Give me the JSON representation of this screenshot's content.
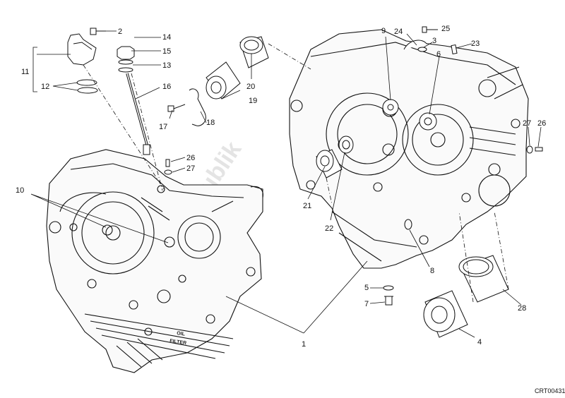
{
  "diagram": {
    "reference_code": "CRT00431",
    "watermark": "PartsRepublik",
    "crankcase_emboss": {
      "line1": "OIL",
      "line2": "FILTER"
    },
    "part_labels": [
      "1",
      "2",
      "3",
      "4",
      "5",
      "6",
      "7",
      "8",
      "9",
      "10",
      "11",
      "12",
      "13",
      "14",
      "15",
      "16",
      "17",
      "18",
      "19",
      "20",
      "21",
      "22",
      "23",
      "24",
      "25",
      "26",
      "26",
      "27",
      "27",
      "28"
    ]
  }
}
